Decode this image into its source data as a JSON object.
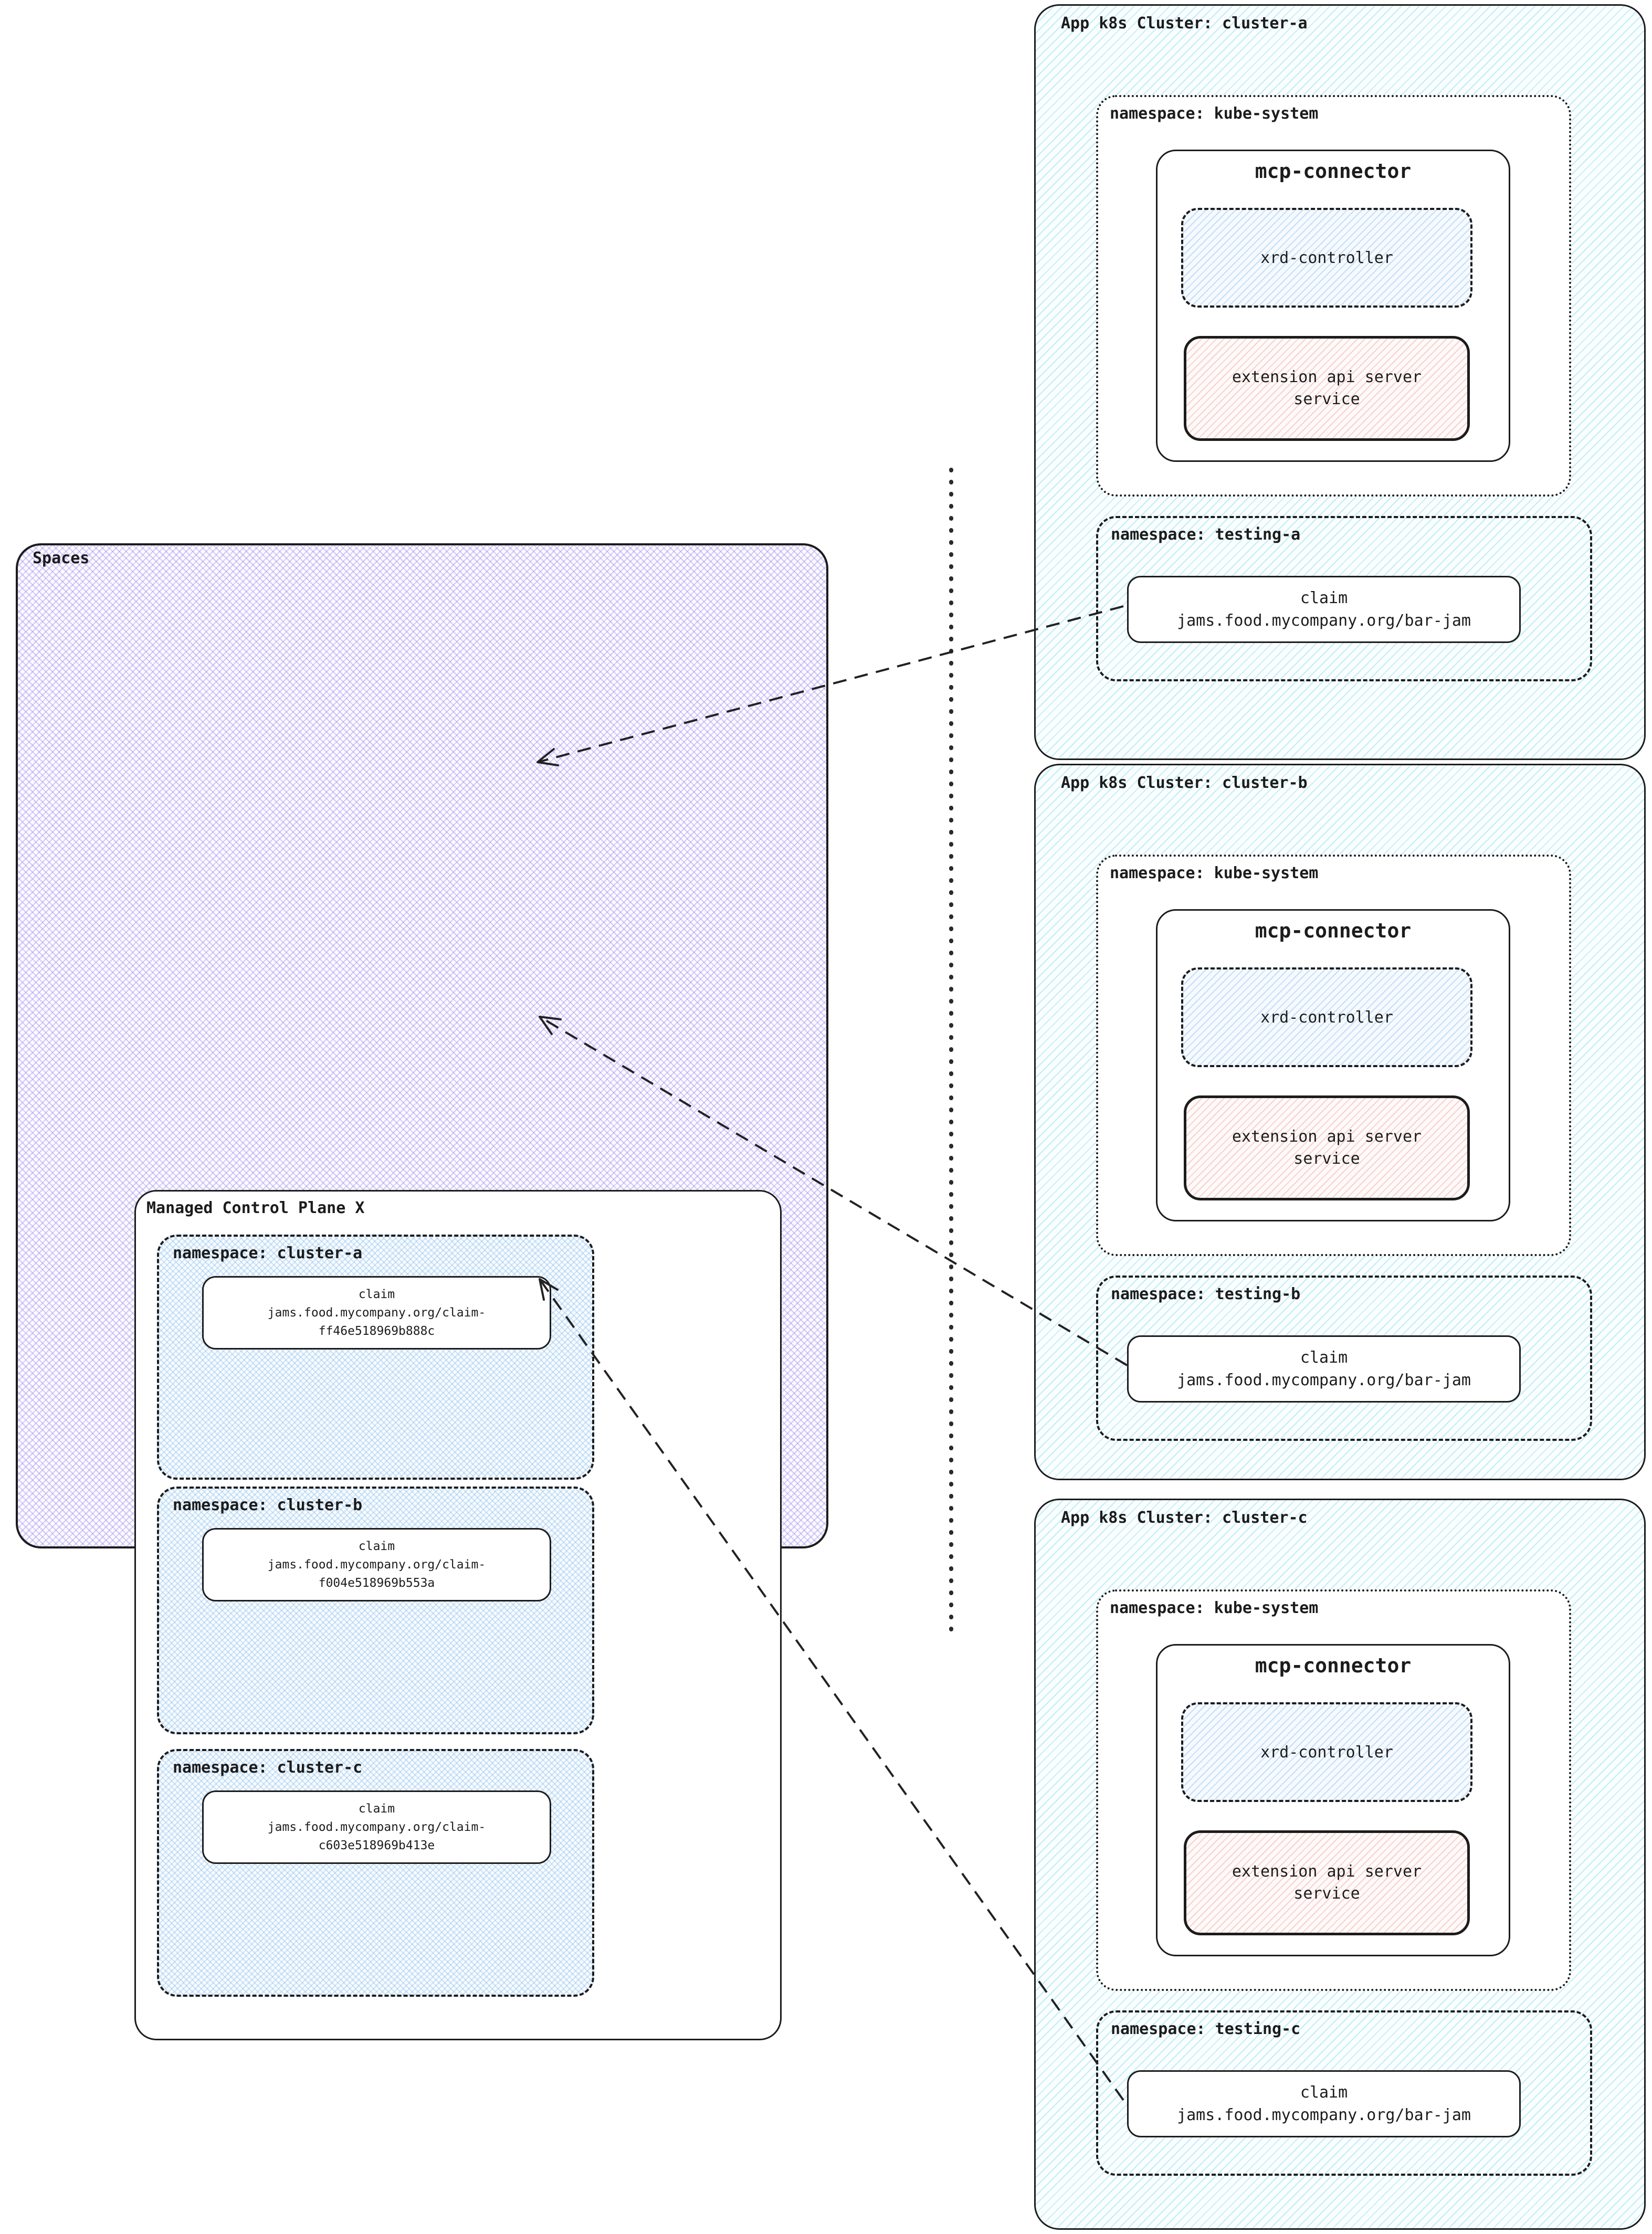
{
  "colors": {
    "border": "#1c1c1c",
    "spaces_hatch": "#9780ec",
    "left_namespace_hatch": "#78b4eb",
    "cluster_hatch": "#60d2ea",
    "xrd_hatch": "#78b4f0",
    "extension_api_hatch": "#ee928c"
  },
  "spaces": {
    "label": "Spaces",
    "control_plane": {
      "label": "Managed Control Plane X",
      "namespaces": [
        {
          "label": "namespace: cluster-a",
          "claim": {
            "kind": "claim",
            "line1": "jams.food.mycompany.org/claim-",
            "line2": "ff46e518969b888c"
          }
        },
        {
          "label": "namespace: cluster-b",
          "claim": {
            "kind": "claim",
            "line1": "jams.food.mycompany.org/claim-",
            "line2": "f004e518969b553a"
          }
        },
        {
          "label": "namespace: cluster-c",
          "claim": {
            "kind": "claim",
            "line1": "jams.food.mycompany.org/claim-",
            "line2": "c603e518969b413e"
          }
        }
      ]
    }
  },
  "clusters": [
    {
      "title": "App k8s Cluster: cluster-a",
      "kube_system": {
        "label": "namespace: kube-system",
        "mcp_connector": {
          "label": "mcp-connector",
          "xrd_controller": {
            "label": "xrd-controller"
          },
          "extension_api": {
            "line1": "extension api server",
            "line2": "service"
          }
        }
      },
      "testing": {
        "label": "namespace: testing-a",
        "claim": {
          "kind": "claim",
          "line1": "jams.food.mycompany.org/bar-jam"
        }
      }
    },
    {
      "title": "App k8s Cluster: cluster-b",
      "kube_system": {
        "label": "namespace: kube-system",
        "mcp_connector": {
          "label": "mcp-connector",
          "xrd_controller": {
            "label": "xrd-controller"
          },
          "extension_api": {
            "line1": "extension api server",
            "line2": "service"
          }
        }
      },
      "testing": {
        "label": "namespace: testing-b",
        "claim": {
          "kind": "claim",
          "line1": "jams.food.mycompany.org/bar-jam"
        }
      }
    },
    {
      "title": "App k8s Cluster: cluster-c",
      "kube_system": {
        "label": "namespace: kube-system",
        "mcp_connector": {
          "label": "mcp-connector",
          "xrd_controller": {
            "label": "xrd-controller"
          },
          "extension_api": {
            "line1": "extension api server",
            "line2": "service"
          }
        }
      },
      "testing": {
        "label": "namespace: testing-c",
        "claim": {
          "kind": "claim",
          "line1": "jams.food.mycompany.org/bar-jam"
        }
      }
    }
  ]
}
